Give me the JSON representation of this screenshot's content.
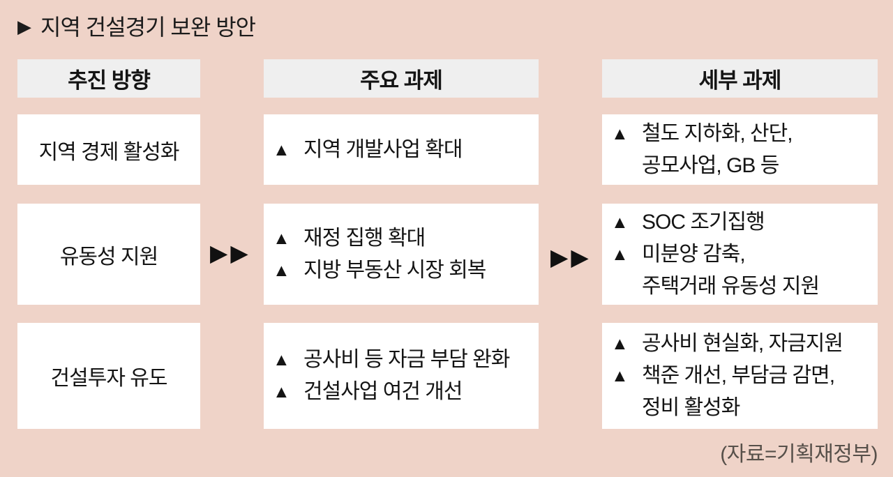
{
  "title": {
    "marker": "▶",
    "text": "지역 건설경기 보완 방안"
  },
  "table": {
    "item_marker": "▲",
    "headers": [
      {
        "label": "추진 방향"
      },
      {
        "label": "주요 과제"
      },
      {
        "label": "세부 과제"
      }
    ],
    "rows": [
      {
        "direction": "지역 경제 활성화",
        "main_tasks": [
          {
            "lines": [
              "지역 개발사업 확대"
            ]
          }
        ],
        "detail_tasks": [
          {
            "lines": [
              "철도 지하화, 산단,",
              "공모사업, GB 등"
            ]
          }
        ]
      },
      {
        "direction": "유동성 지원",
        "main_tasks": [
          {
            "lines": [
              "재정 집행 확대"
            ]
          },
          {
            "lines": [
              "지방 부동산 시장 회복"
            ]
          }
        ],
        "detail_tasks": [
          {
            "lines": [
              "SOC 조기집행"
            ]
          },
          {
            "lines": [
              "미분양 감축,",
              "주택거래 유동성 지원"
            ]
          }
        ]
      },
      {
        "direction": "건설투자 유도",
        "main_tasks": [
          {
            "lines": [
              "공사비 등 자금 부담 완화"
            ]
          },
          {
            "lines": [
              "건설사업 여건 개선"
            ]
          }
        ],
        "detail_tasks": [
          {
            "lines": [
              "공사비 현실화, 자금지원"
            ]
          },
          {
            "lines": [
              "책준 개선, 부담금 감면,",
              "정비 활성화"
            ]
          }
        ]
      }
    ]
  },
  "arrows": {
    "glyph": "▶▶"
  },
  "source": "(자료=기획재정부)",
  "colors": {
    "background": "#efd3c8",
    "header_bg": "#efefef",
    "box_bg": "#ffffff",
    "text": "#141414",
    "source_text": "#57504a"
  }
}
